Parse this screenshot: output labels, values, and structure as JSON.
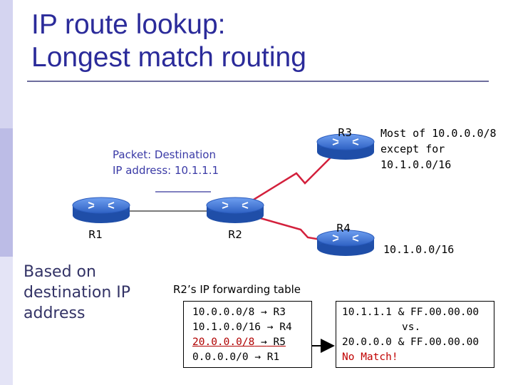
{
  "slide": {
    "title_line1": "IP route lookup:",
    "title_line2": "Longest match routing"
  },
  "colors": {
    "title": "#2b2b9a",
    "router_body": "#3b74d6",
    "link_red": "#d3203c",
    "no_match": "#c00000",
    "sidebar": [
      "#d4d4f0",
      "#bcbce6",
      "#e4e4f6"
    ]
  },
  "packet": {
    "line1": "Packet: Destination",
    "line2": "IP address: 10.1.1.1"
  },
  "routers": {
    "r1": "R1",
    "r2": "R2",
    "r3": "R3",
    "r4": "R4"
  },
  "notes": {
    "r3_line1": "Most of 10.0.0.0/8",
    "r3_line2": "except for",
    "r3_line3": "10.1.0.0/16",
    "r4": "10.1.0.0/16"
  },
  "basis": {
    "line1": "Based on",
    "line2": "destination IP",
    "line3": "address"
  },
  "forwarding_table": {
    "title": "R2’s IP forwarding table",
    "rows": [
      {
        "prefix": "10.0.0.0/8",
        "next_hop": "R3"
      },
      {
        "prefix": "10.1.0.0/16",
        "next_hop": "R4"
      },
      {
        "prefix": "20.0.0.0/8",
        "next_hop": "R5"
      },
      {
        "prefix": "0.0.0.0/0",
        "next_hop": "R1"
      }
    ]
  },
  "match": {
    "line1": "10.1.1.1 & FF.00.00.00",
    "line2": "vs.",
    "line3": "20.0.0.0 & FF.00.00.00",
    "line4": "No Match!"
  }
}
